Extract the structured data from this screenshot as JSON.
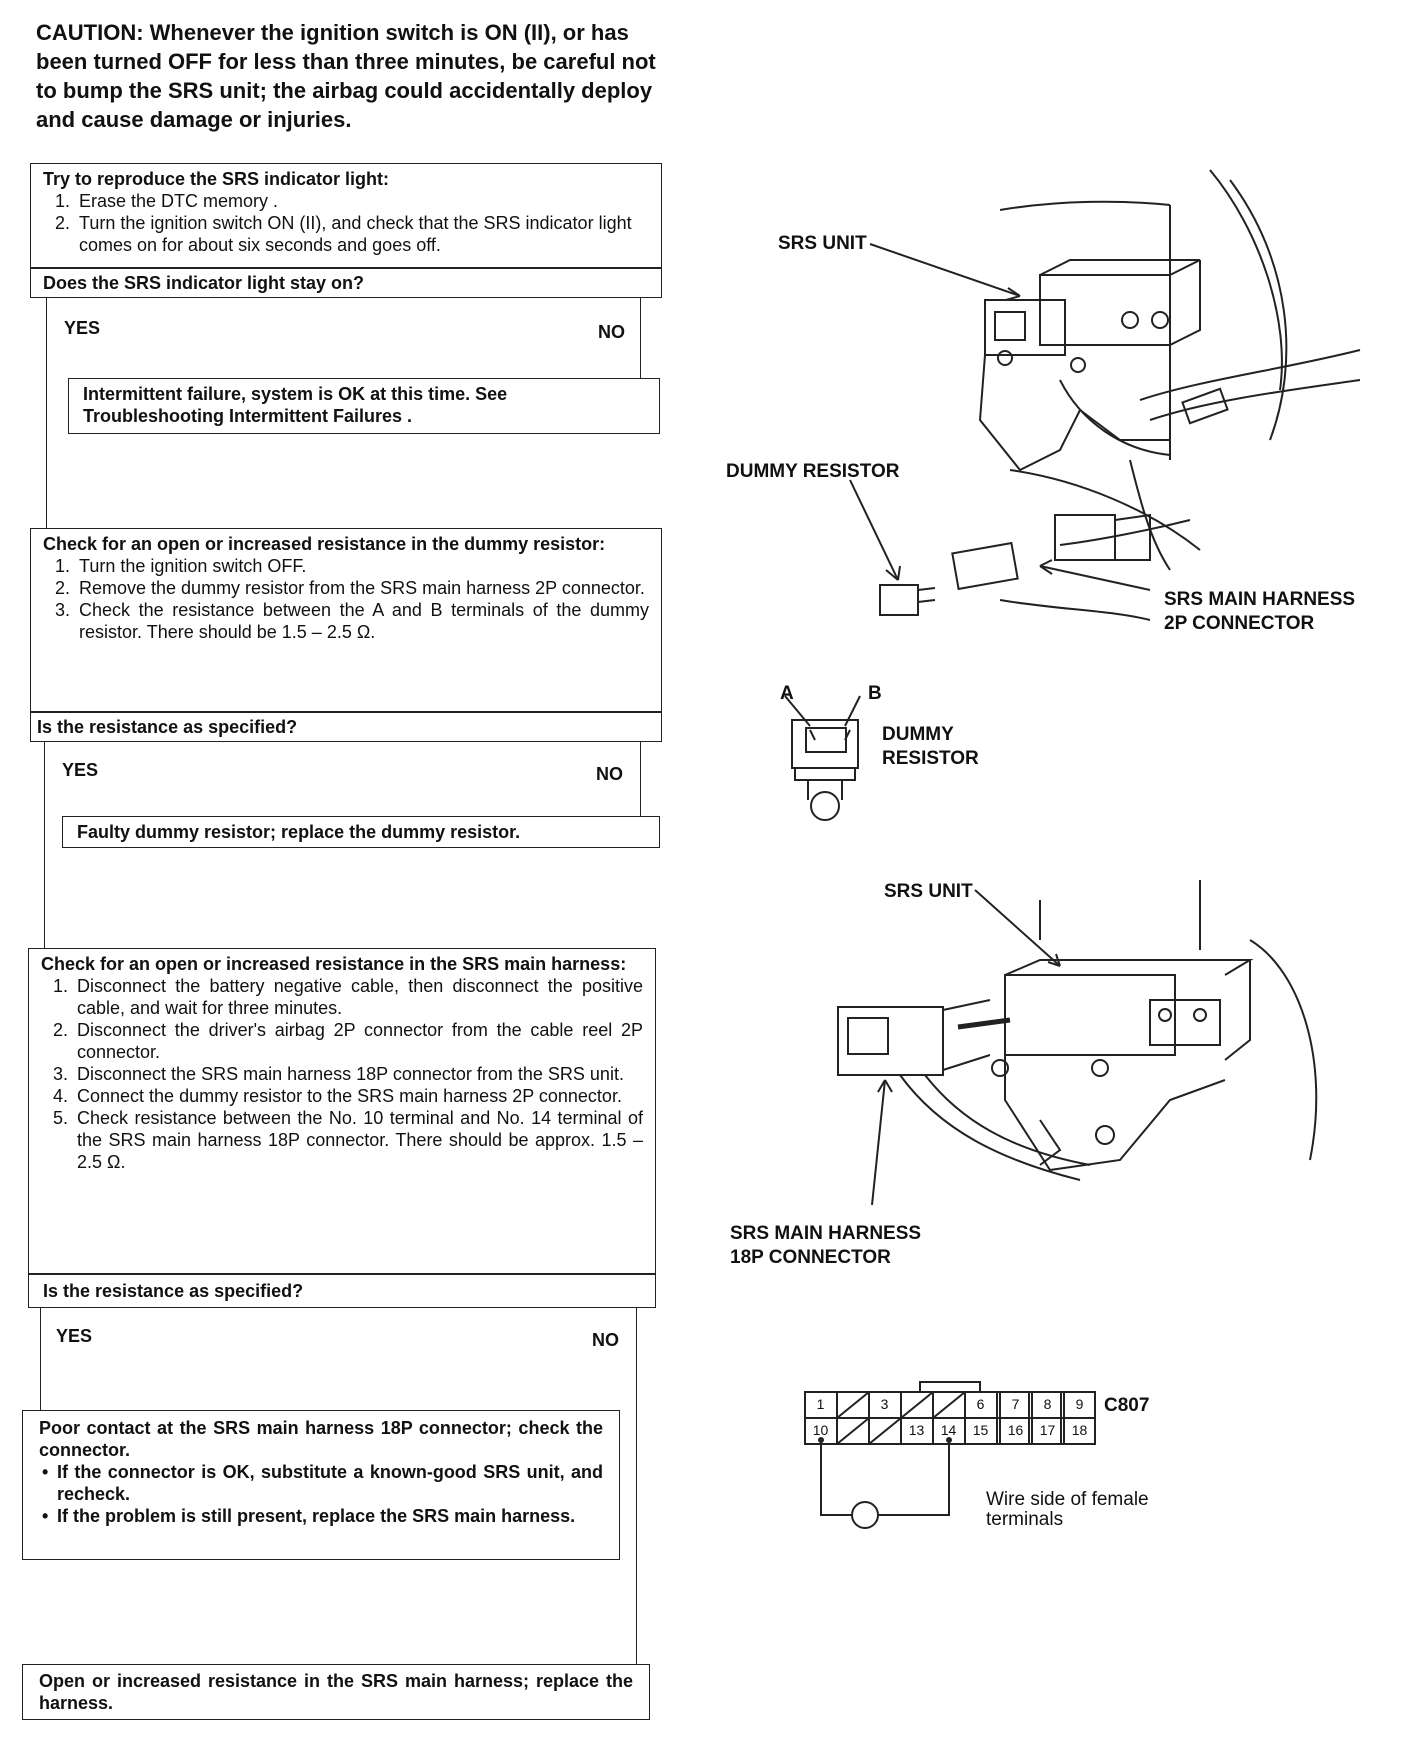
{
  "caution": "CAUTION: Whenever the ignition switch is ON (II), or has been turned OFF for less than three minutes, be careful not to bump the SRS unit; the airbag could accidentally deploy and cause damage or injuries.",
  "step1": {
    "title": "Try to reproduce the SRS indicator light:",
    "items": [
      "Erase the DTC memory .",
      "Turn the ignition switch ON (II), and check that the SRS indicator light comes on for about six seconds and goes off."
    ],
    "question": "Does the SRS indicator light stay on?",
    "yes": "YES",
    "no": "NO",
    "no_result": "Intermittent failure, system is OK at this time. See Troubleshooting Intermittent Failures ."
  },
  "step2": {
    "title": "Check for an open or increased resistance in the dummy resistor:",
    "items": [
      "Turn the ignition switch OFF.",
      "Remove the dummy resistor from the SRS main harness 2P connector.",
      "Check the resistance between the A and B terminals of the dummy resistor. There should be 1.5 – 2.5 Ω."
    ],
    "question": "Is the resistance as specified?",
    "yes": "YES",
    "no": "NO",
    "no_result": "Faulty dummy resistor; replace the dummy resistor."
  },
  "step3": {
    "title": "Check for an open or increased resistance in the SRS main harness:",
    "items": [
      "Disconnect the battery negative cable, then disconnect the positive cable, and wait for three minutes.",
      "Disconnect the driver's airbag 2P connector from the cable reel 2P connector.",
      "Disconnect the SRS main harness 18P connector from the SRS unit.",
      "Connect the dummy resistor to the SRS main harness 2P connector.",
      "Check resistance between the No. 10 terminal and No. 14 terminal of the SRS main harness 18P connector. There should be approx. 1.5 – 2.5 Ω."
    ],
    "question": "Is the resistance as specified?",
    "yes": "YES",
    "no": "NO"
  },
  "result_yes": {
    "title": "Poor contact at the SRS main harness 18P connector; check the connector.",
    "bullets": [
      "If the connector is OK, substitute a known-good SRS unit, and recheck.",
      "If the problem is still present, replace the SRS main harness."
    ]
  },
  "result_no": "Open or increased resistance in the SRS main harness; replace the harness.",
  "fig1": {
    "srs_unit": "SRS UNIT",
    "dummy_resistor": "DUMMY RESISTOR",
    "harness_line1": "SRS MAIN HARNESS",
    "harness_line2": "2P CONNECTOR"
  },
  "fig2": {
    "a": "A",
    "b": "B",
    "label_line1": "DUMMY",
    "label_line2": "RESISTOR"
  },
  "fig3": {
    "srs_unit": "SRS UNIT",
    "harness_line1": "SRS MAIN HARNESS",
    "harness_line2": "18P CONNECTOR"
  },
  "fig4": {
    "connector_id": "C807",
    "pins_top": [
      "1",
      "",
      "3",
      "",
      "",
      "6",
      "7",
      "8",
      "9"
    ],
    "pins_bottom": [
      "10",
      "",
      "",
      "13",
      "14",
      "15",
      "16",
      "17",
      "18"
    ],
    "note_line1": "Wire side of female",
    "note_line2": "terminals"
  }
}
